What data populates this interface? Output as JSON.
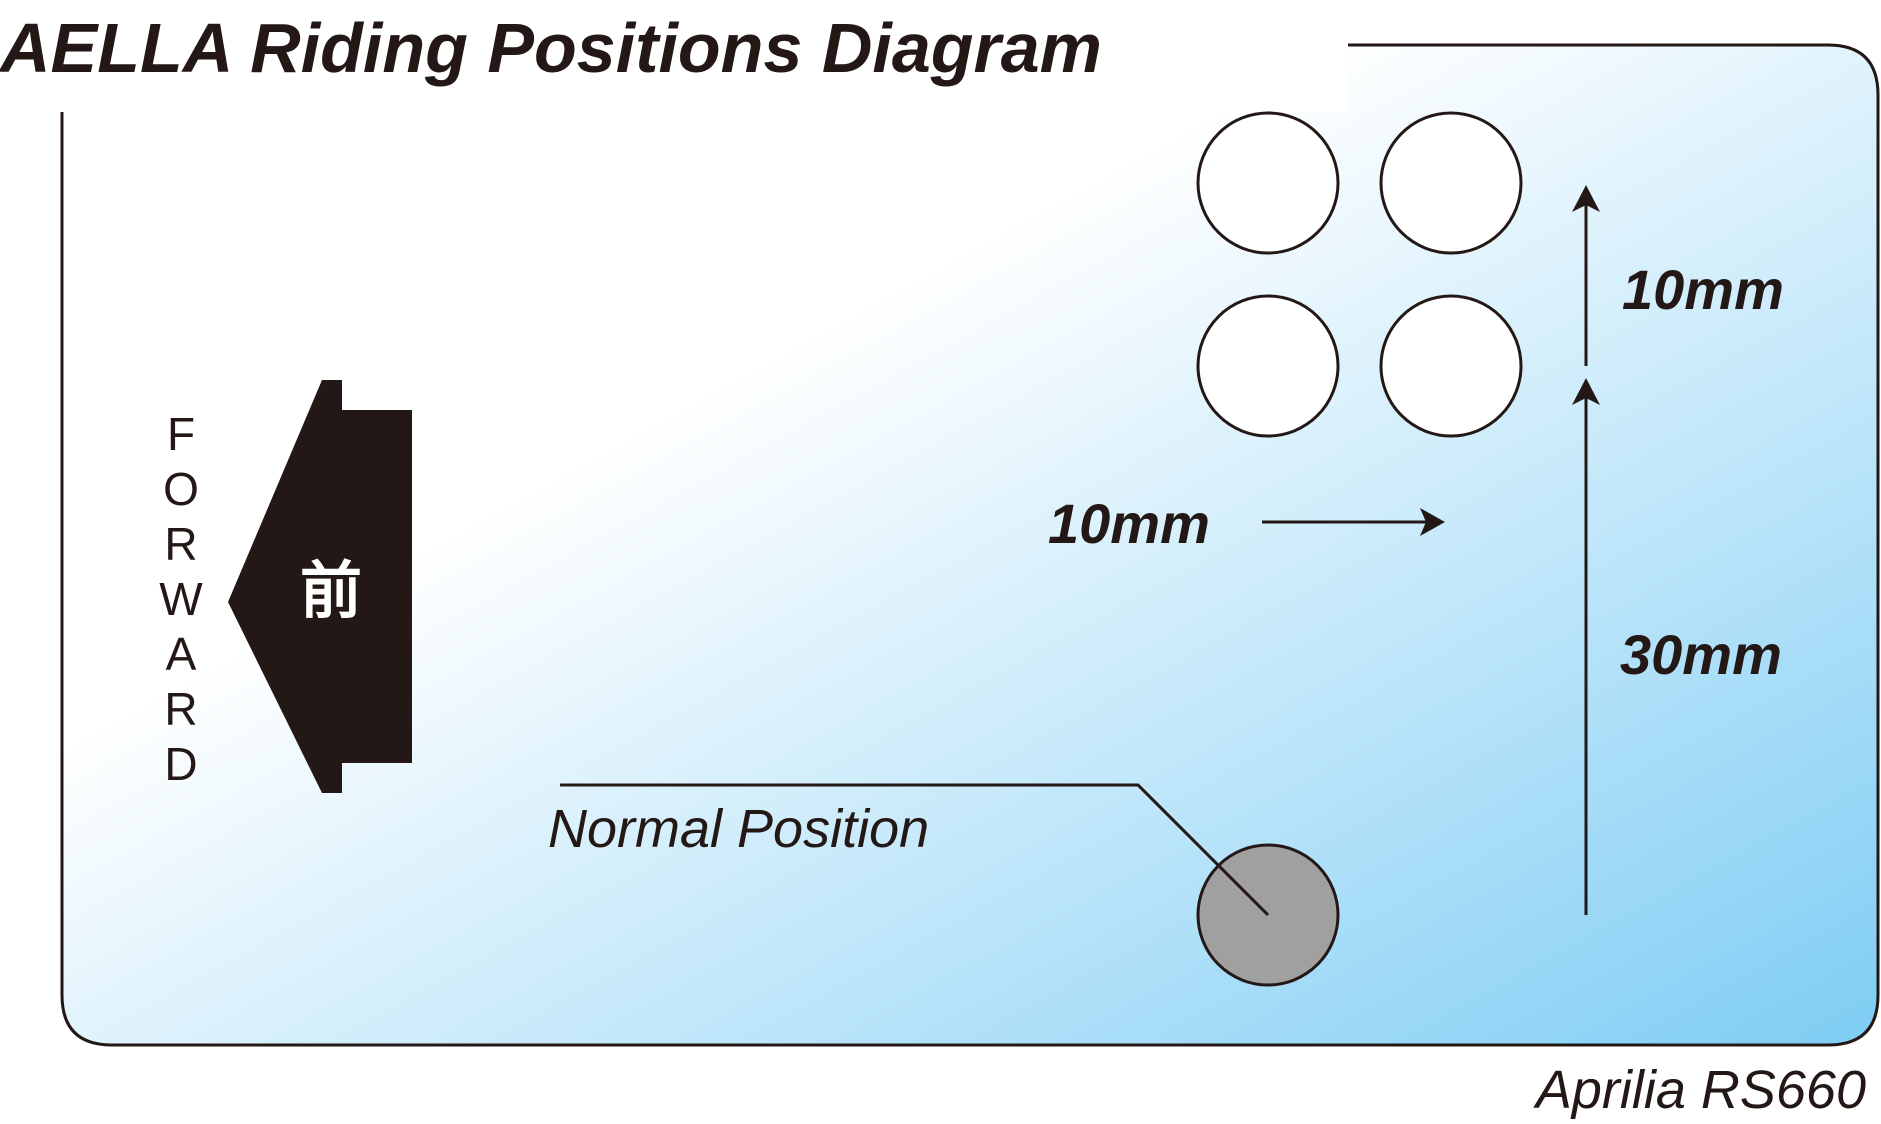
{
  "title": "AELLA Riding Positions Diagram",
  "footer_model": "Aprilia RS660",
  "forward_label": "FORWARD",
  "forward_kanji": "前",
  "normal_position_label": "Normal Position",
  "dimensions": {
    "horizontal_offset": "10mm",
    "vertical_base_offset": "30mm",
    "vertical_step": "10mm"
  },
  "colors": {
    "ink": "#231815",
    "gradient_start": "#ffffff",
    "gradient_end": "#7ecdf4",
    "normal_position_fill": "#a0a0a0",
    "arrow_fill": "#231815"
  },
  "icons": {
    "forward_arrow": "left-pointing-arrow-icon",
    "position_marker": "circle"
  }
}
